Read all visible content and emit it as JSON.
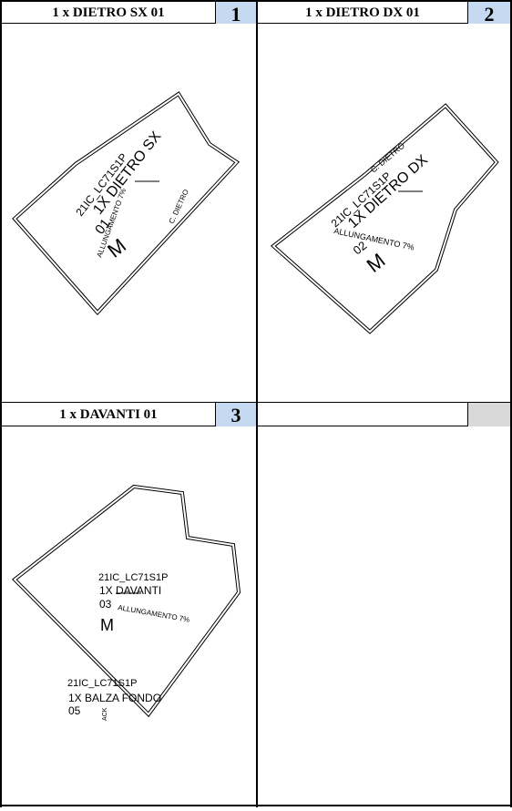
{
  "panels": [
    {
      "title": "1 x DIETRO SX 01",
      "number": "1"
    },
    {
      "title": "1 x DIETRO DX 01",
      "number": "2"
    },
    {
      "title": "1 x DAVANTI 01",
      "number": "3"
    },
    {
      "title": "",
      "number": ""
    }
  ],
  "piece1": {
    "code": "21IC_LC71S1P",
    "name": "1X DIETRO SX",
    "num": "01",
    "size": "M",
    "note": "ALLUNGAMENTO 7%",
    "side": "C. DIETRO"
  },
  "piece2": {
    "code": "21IC_LC71S1P",
    "name": "1X DIETRO DX",
    "num": "02",
    "size": "M",
    "note": "ALLUNGAMENTO 7%",
    "side": "C. DIETRO"
  },
  "piece3": {
    "code": "21IC_LC71S1P",
    "name": "1X DAVANTI",
    "num": "03",
    "size": "M",
    "note": "ALLUNGAMENTO 7%",
    "code2": "21IC_LC71S1P",
    "name2": "1X BALZA FONDO",
    "num2": "05",
    "side": "ACK"
  }
}
